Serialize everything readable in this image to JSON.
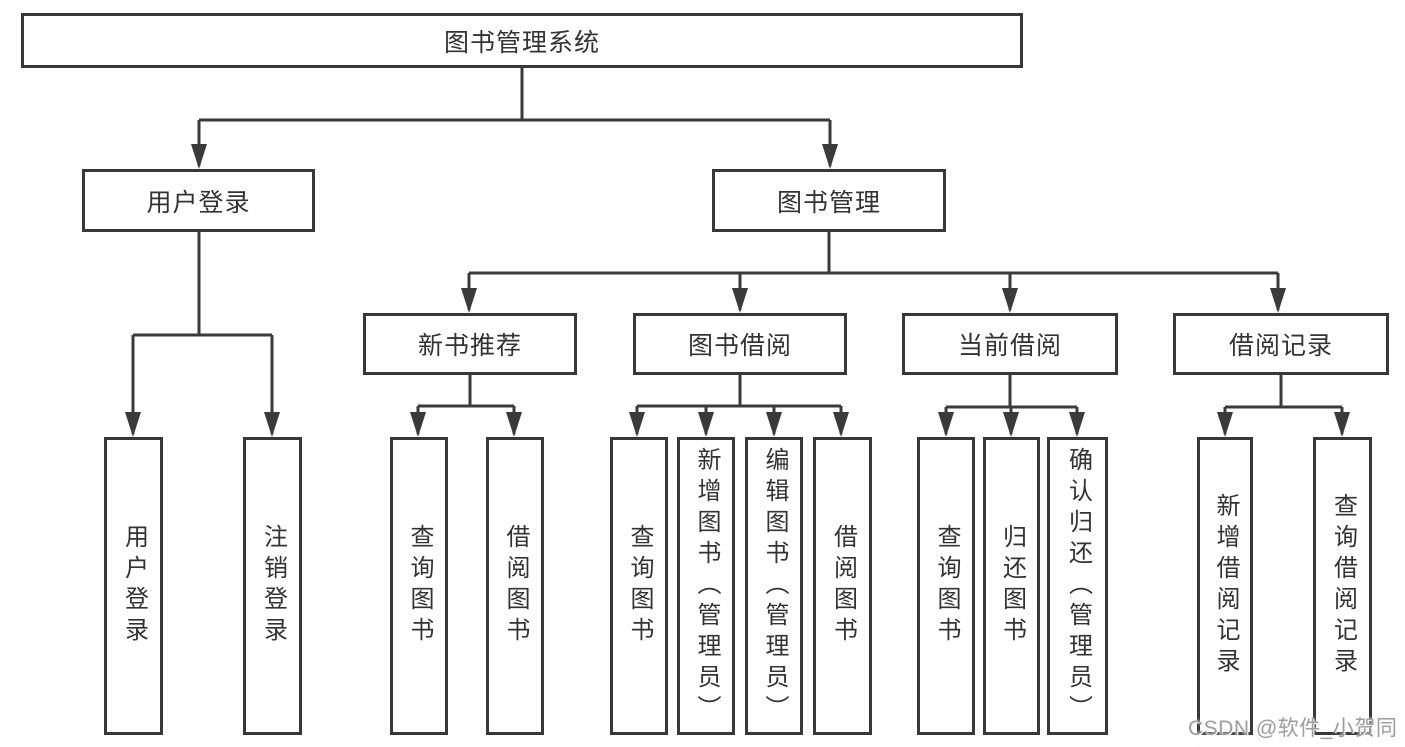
{
  "colors": {
    "line": "#3a3a3a",
    "box_border": "#383838",
    "text": "#333333",
    "watermark": "#9e9e9e",
    "background": "#ffffff"
  },
  "nodes": {
    "root": "图书管理系统",
    "user_login": "用户登录",
    "book_mgmt": "图书管理",
    "new_book_rec": "新书推荐",
    "book_borrow": "图书借阅",
    "current_borrow": "当前借阅",
    "borrow_record": "借阅记录",
    "leaf_user_login": "用户登录",
    "leaf_logout": "注销登录",
    "leaf_query_books_rec": "查询图书",
    "leaf_borrow_books_rec": "借阅图书",
    "leaf_query_books_borrow": "查询图书",
    "leaf_add_books_admin": "新增图书（管理员）",
    "leaf_edit_books_admin": "编辑图书（管理员）",
    "leaf_borrow_books_borrow": "借阅图书",
    "leaf_query_books_current": "查询图书",
    "leaf_return_books": "归还图书",
    "leaf_confirm_return_admin": "确认归还（管理员）",
    "leaf_add_borrow_record": "新增借阅记录",
    "leaf_query_borrow_record": "查询借阅记录"
  },
  "watermark": {
    "text": "CSDN @软件_小贺同学"
  }
}
